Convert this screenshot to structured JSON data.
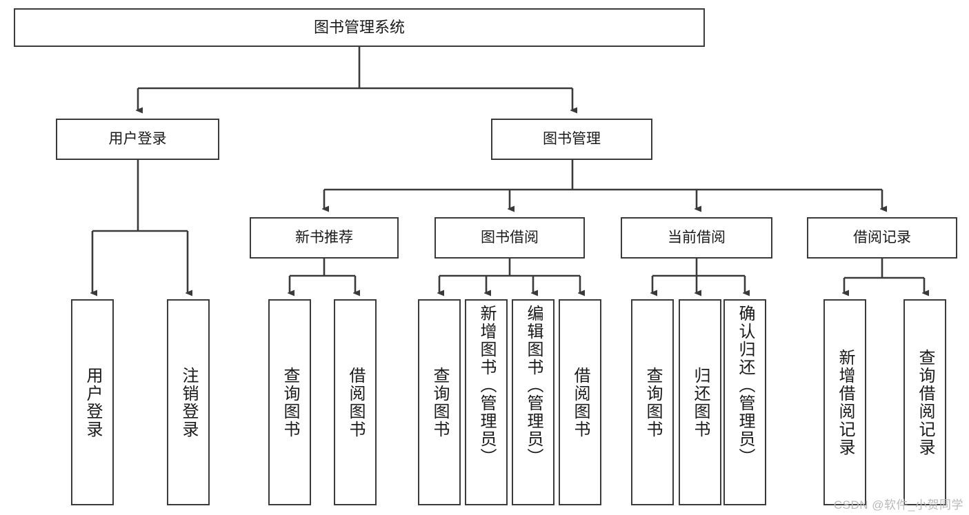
{
  "diagram": {
    "title": "图书管理系统",
    "type": "tree",
    "background_color": "#ffffff",
    "stroke_color": "#3a3a3a",
    "text_color": "#1a1a1a"
  },
  "nodes": {
    "root": {
      "label": "图书管理系统"
    },
    "level2": [
      {
        "id": "user-login",
        "label": "用户登录"
      },
      {
        "id": "book-mgmt",
        "label": "图书管理"
      }
    ],
    "level3": [
      {
        "id": "new-book-rec",
        "label": "新书推荐"
      },
      {
        "id": "book-borrow",
        "label": "图书借阅"
      },
      {
        "id": "current-borrow",
        "label": "当前借阅"
      },
      {
        "id": "borrow-record",
        "label": "借阅记录"
      }
    ],
    "leaves": {
      "user_login": [
        {
          "id": "leaf-user-login",
          "label": "用户登录"
        },
        {
          "id": "leaf-logout",
          "label": "注销登录"
        }
      ],
      "new_book_rec": [
        {
          "id": "leaf-query-book-1",
          "label": "查询图书"
        },
        {
          "id": "leaf-borrow-book-1",
          "label": "借阅图书"
        }
      ],
      "book_borrow": [
        {
          "id": "leaf-query-book-2",
          "label": "查询图书"
        },
        {
          "id": "leaf-add-book",
          "label": "新增图书（管理员）"
        },
        {
          "id": "leaf-edit-book",
          "label": "编辑图书（管理员）"
        },
        {
          "id": "leaf-borrow-book-2",
          "label": "借阅图书"
        }
      ],
      "current_borrow": [
        {
          "id": "leaf-query-book-3",
          "label": "查询图书"
        },
        {
          "id": "leaf-return-book",
          "label": "归还图书"
        },
        {
          "id": "leaf-confirm-return",
          "label": "确认归还（管理员）"
        }
      ],
      "borrow_record": [
        {
          "id": "leaf-add-record",
          "label": "新增借阅记录"
        },
        {
          "id": "leaf-query-record",
          "label": "查询借阅记录"
        }
      ]
    }
  },
  "watermark": {
    "text": "CSDN @软件_小贺同学"
  }
}
